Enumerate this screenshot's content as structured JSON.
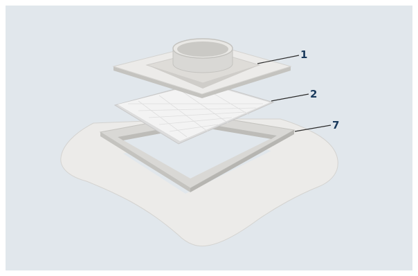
{
  "colors": {
    "background": "#e1e7ec",
    "callout_text": "#1a3a5c",
    "leader_line": "#2b2b2b",
    "part_light": "#ecebe9",
    "part_mid": "#d9d8d5",
    "part_dark": "#c4c3bf",
    "filter_mesh": "#f3f3f3"
  },
  "diagram": {
    "callouts": [
      {
        "label": "1",
        "part": "duct-adapter-plate"
      },
      {
        "label": "2",
        "part": "filter-mesh-sheet"
      },
      {
        "label": "7",
        "part": "base-frame-gasket"
      }
    ]
  }
}
